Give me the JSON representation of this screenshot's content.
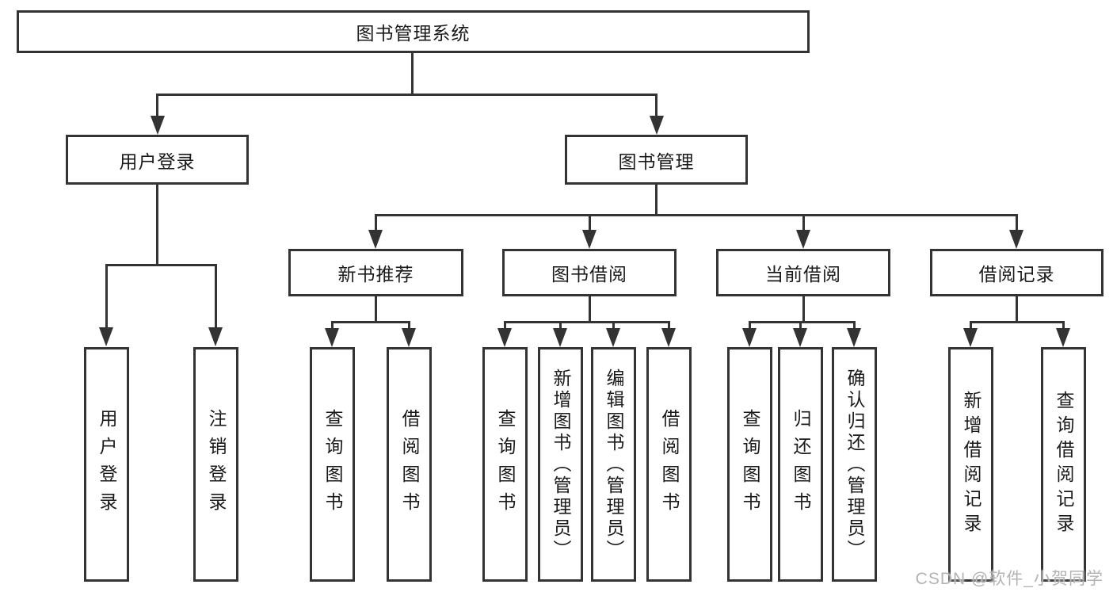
{
  "tree": {
    "root": {
      "label": "图书管理系统"
    },
    "level2": [
      {
        "label": "用户登录",
        "children": [
          {
            "label": "用户登录"
          },
          {
            "label": "注销登录"
          }
        ]
      },
      {
        "label": "图书管理",
        "children": [
          {
            "label": "新书推荐",
            "children": [
              {
                "label": "查询图书"
              },
              {
                "label": "借阅图书"
              }
            ]
          },
          {
            "label": "图书借阅",
            "children": [
              {
                "label": "查询图书"
              },
              {
                "label": "新增图书（管理员）"
              },
              {
                "label": "编辑图书（管理员）"
              },
              {
                "label": "借阅图书"
              }
            ]
          },
          {
            "label": "当前借阅",
            "children": [
              {
                "label": "查询图书"
              },
              {
                "label": "归还图书"
              },
              {
                "label": "确认归还（管理员）"
              }
            ]
          },
          {
            "label": "借阅记录",
            "children": [
              {
                "label": "新增借阅记录"
              },
              {
                "label": "查询借阅记录"
              }
            ]
          }
        ]
      }
    ]
  },
  "watermark": {
    "text": "CSDN @软件_小贺同学"
  },
  "colors": {
    "line": "#333333",
    "box_border": "#333333",
    "text": "#1a1a1a",
    "background": "#ffffff",
    "watermark": "#b3b3b3"
  }
}
